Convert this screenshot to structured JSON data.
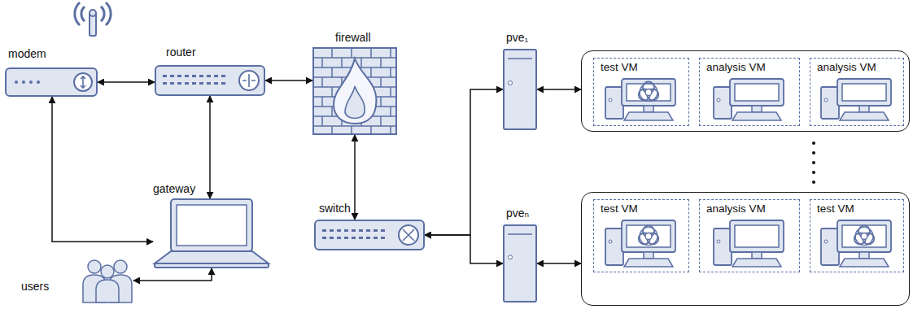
{
  "diagram": {
    "nodes": [
      {
        "text": [
          "modem"
        ]
      },
      {
        "text": [
          "router"
        ]
      },
      {
        "text": [
          "firewall"
        ]
      },
      {
        "text": [
          "pve₁"
        ]
      },
      {
        "text": []
      },
      {
        "text": [
          "test VM"
        ],
        "in": 4
      },
      {
        "text": [
          "analysis VM"
        ],
        "in": 4
      },
      {
        "text": [
          "analysis VM"
        ],
        "in": 4
      },
      {
        "text": [
          "gateway"
        ]
      },
      {
        "text": [
          "switch"
        ]
      },
      {
        "text": [
          "pveₙ"
        ]
      },
      {
        "text": []
      },
      {
        "text": [
          "test VM"
        ],
        "in": 11
      },
      {
        "text": [
          "analysis VM"
        ],
        "in": 11
      },
      {
        "text": [
          "test VM"
        ],
        "in": 11
      },
      {
        "text": [
          "users"
        ]
      }
    ],
    "edges": [
      {
        "from": 0,
        "to": 1,
        "arrow": "both"
      },
      {
        "from": 1,
        "to": 2,
        "arrow": "both"
      },
      {
        "from": 1,
        "to": 8,
        "arrow": "both"
      },
      {
        "from": 0,
        "to": 8,
        "arrow": "both"
      },
      {
        "from": 15,
        "to": 8,
        "arrow": "both"
      },
      {
        "from": 2,
        "to": 9,
        "arrow": "both"
      },
      {
        "from": 9,
        "to": 3,
        "arrow": "both"
      },
      {
        "from": 9,
        "to": 10,
        "arrow": "both"
      },
      {
        "from": 3,
        "to": 4,
        "arrow": "both"
      },
      {
        "from": 10,
        "to": 11,
        "arrow": "both"
      }
    ]
  }
}
